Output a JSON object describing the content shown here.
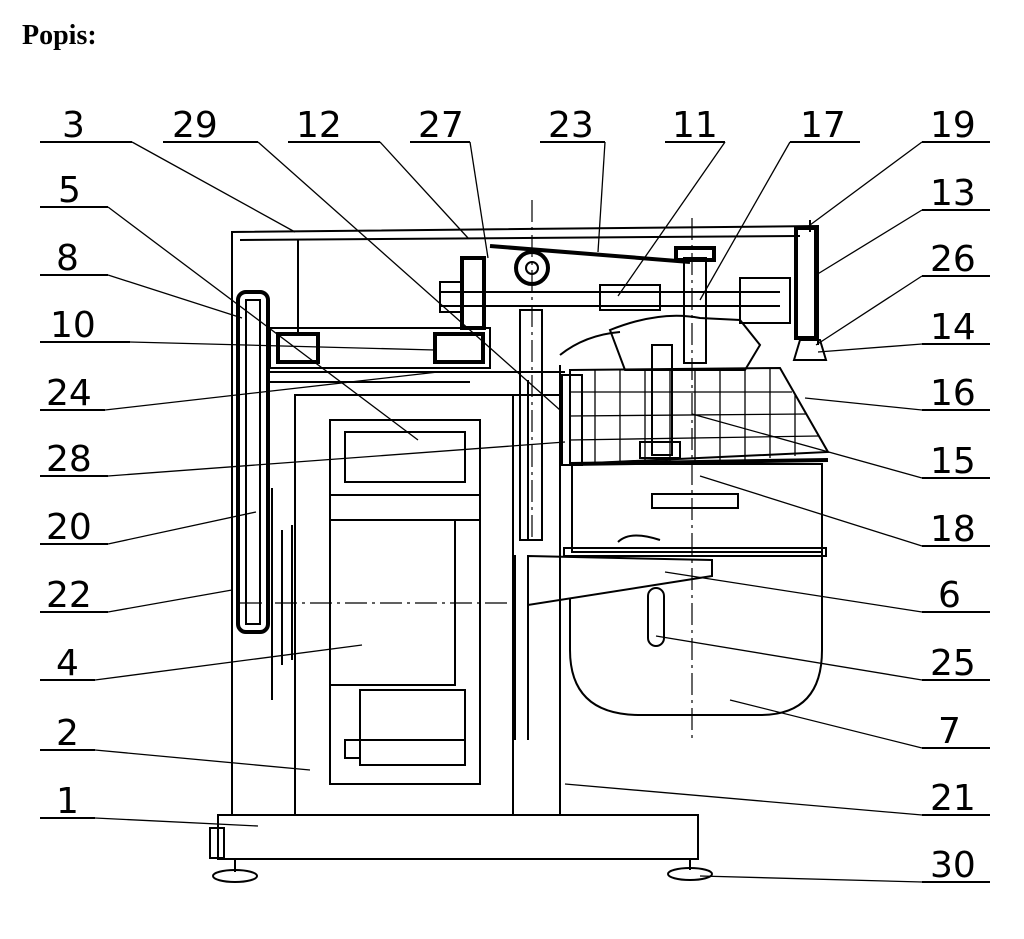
{
  "heading": "Popis:",
  "labels": {
    "l3": "3",
    "l29": "29",
    "l12": "12",
    "l27": "27",
    "l23": "23",
    "l11": "11",
    "l17": "17",
    "l19": "19",
    "l13": "13",
    "l26": "26",
    "l14": "14",
    "l16": "16",
    "l15": "15",
    "l18": "18",
    "l6": "6",
    "l25": "25",
    "l7": "7",
    "l21": "21",
    "l30": "30",
    "l5": "5",
    "l8": "8",
    "l10": "10",
    "l24": "24",
    "l28": "28",
    "l20": "20",
    "l22": "22",
    "l4": "4",
    "l2": "2",
    "l1": "1"
  }
}
